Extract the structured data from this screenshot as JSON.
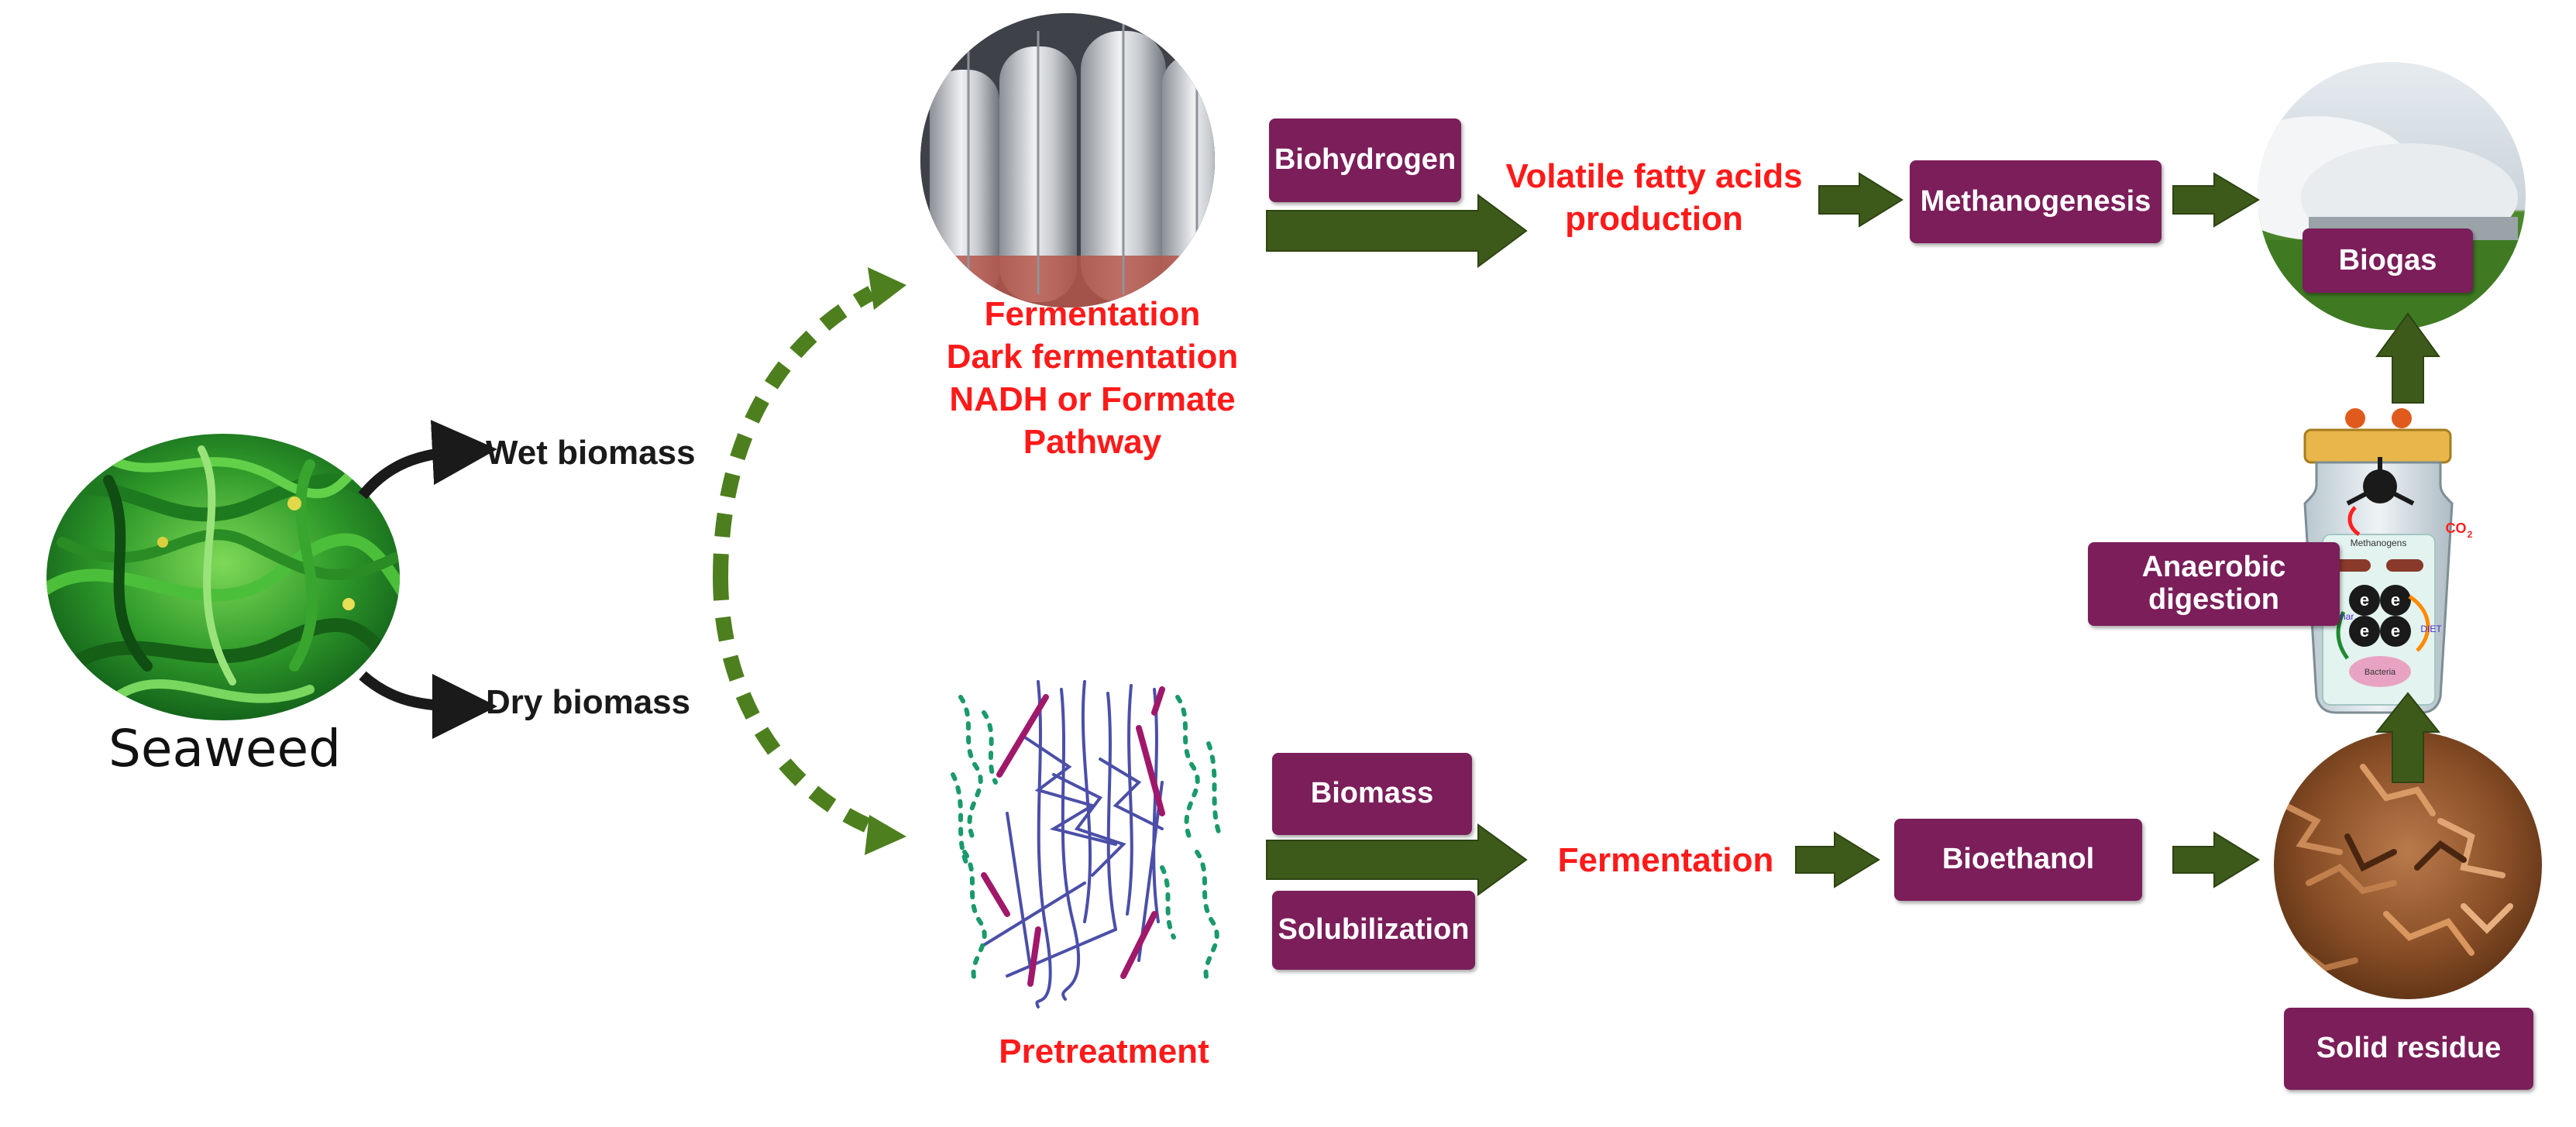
{
  "colors": {
    "box_fill": "#7b1e5a",
    "arrow_fill": "#3e5a1a",
    "dash_arrow": "#4d7f1e",
    "label_red": "#ff1a1a",
    "label_dark": "#1a1a1a"
  },
  "seaweed": {
    "label": "Seaweed",
    "wet_label": "Wet biomass",
    "dry_label": "Dry biomass"
  },
  "fermentation_branch": {
    "title_lines": [
      "Fermentation",
      "Dark fermentation",
      "NADH or Formate",
      "Pathway"
    ],
    "biohydrogen": "Biohydrogen",
    "vfa_lines": [
      "Volatile fatty acids",
      "production"
    ],
    "methanogenesis": "Methanogenesis",
    "biogas": "Biogas"
  },
  "pretreatment_branch": {
    "title": "Pretreatment",
    "biomass": "Biomass",
    "solubilization": "Solubilization",
    "fermentation": "Fermentation",
    "bioethanol": "Bioethanol",
    "solid_residue": "Solid residue",
    "anaerobic_digestion_lines": [
      "Anaerobic",
      "digestion"
    ]
  },
  "digester_icon": {
    "methanogens": "Methanogens",
    "biochar": "Biochar",
    "diet": "DIET",
    "bacteria": "Bacteria",
    "co2": "CO",
    "co2_sub": "2",
    "electron": "e"
  }
}
